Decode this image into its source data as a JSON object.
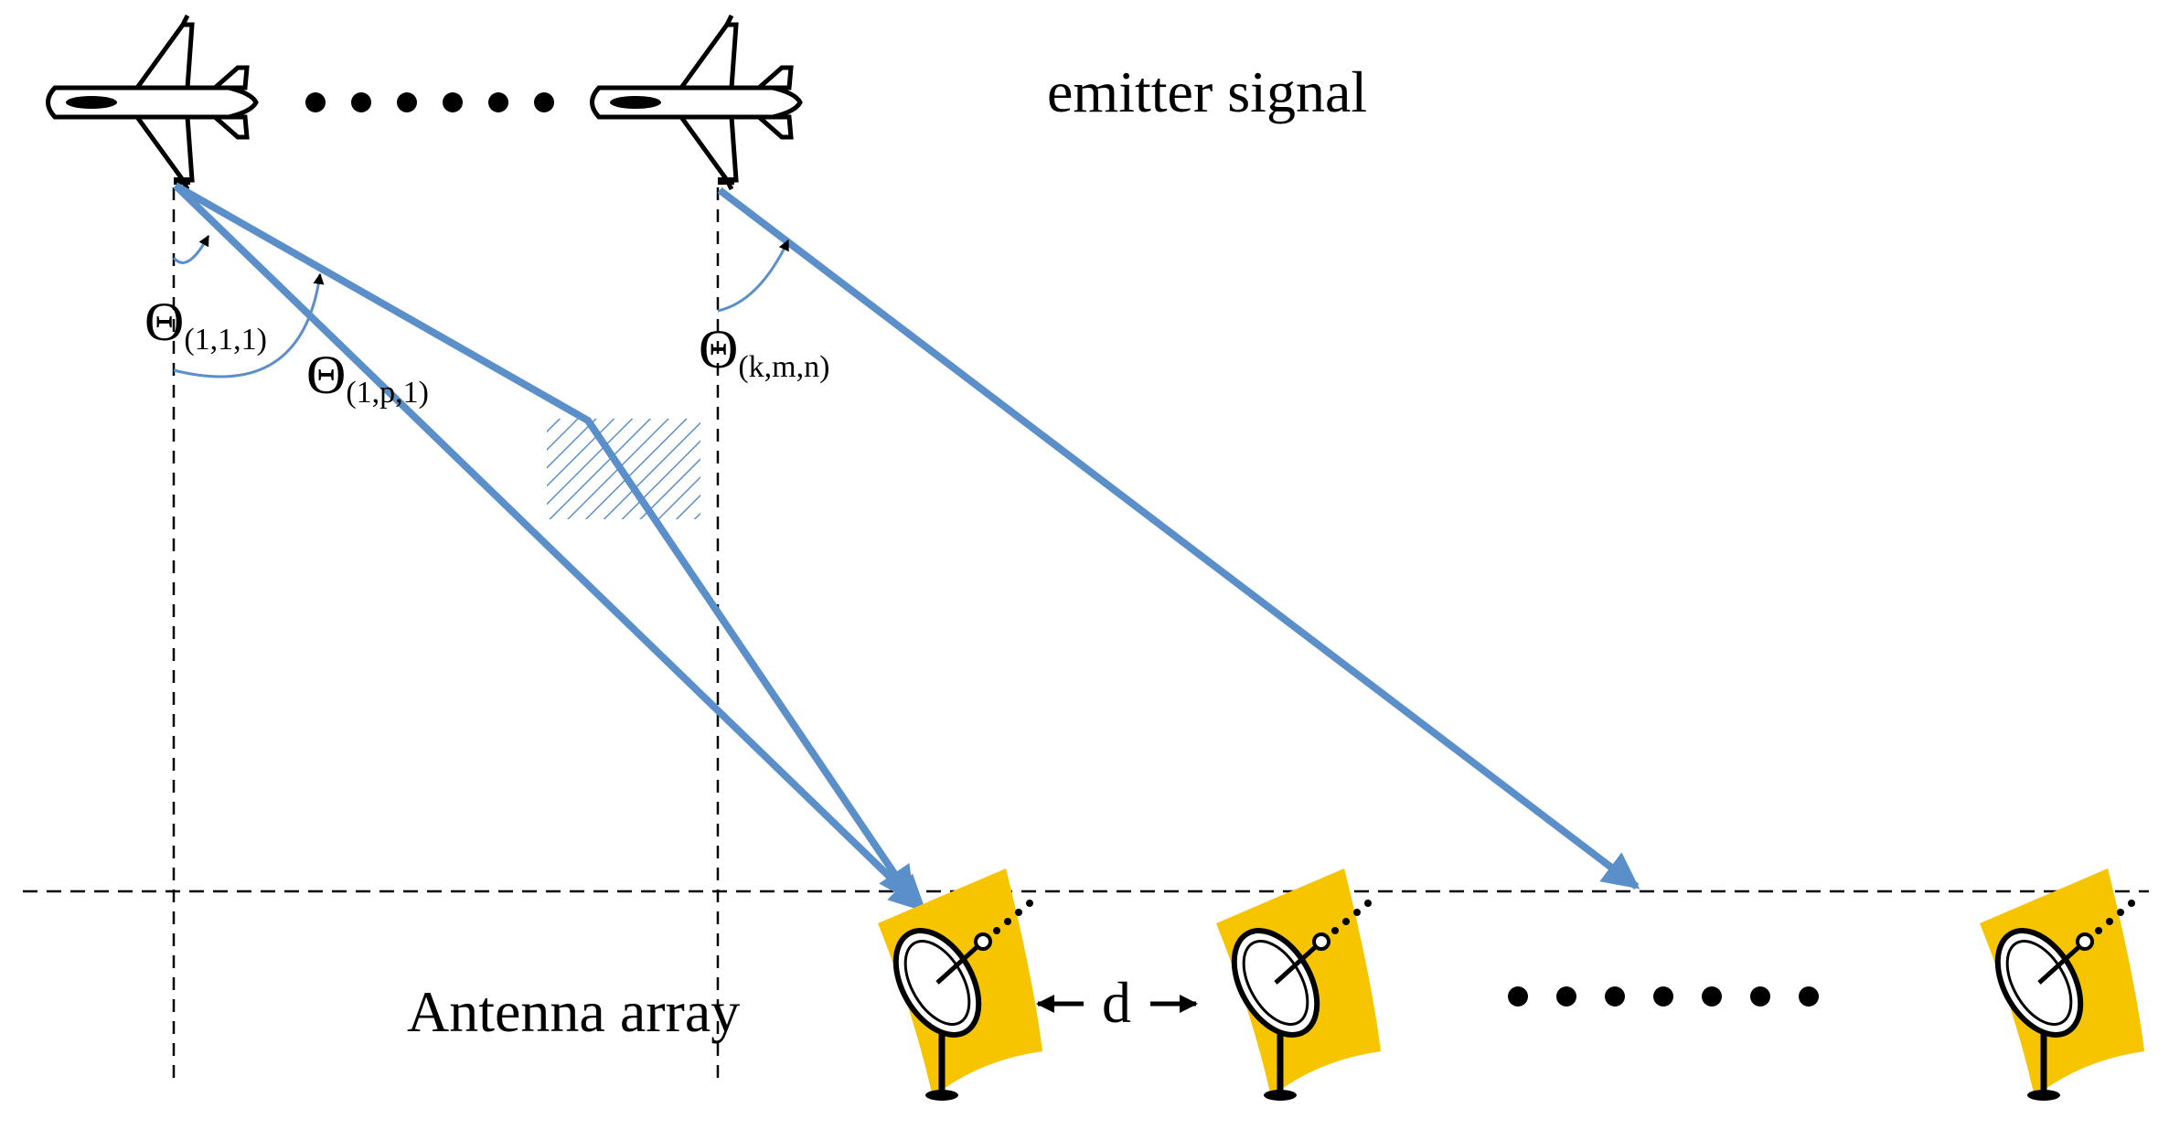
{
  "labels": {
    "emitter_signal": "emitter signal",
    "antenna_array": "Antenna array",
    "spacing": "d"
  },
  "angles": [
    {
      "symbol": "Θ",
      "subscript": "(1,1,1)"
    },
    {
      "symbol": "Θ",
      "subscript": "(1,p,1)"
    },
    {
      "symbol": "Θ",
      "subscript": "(k,m,n)"
    }
  ],
  "icons": {
    "emitter": "airplane-icon",
    "receiver": "satellite-dish-icon",
    "scatterer": "hatched-rectangle"
  },
  "colors": {
    "ray": "#5b8fc9",
    "dish_panel": "#f7c400",
    "dashed_line": "#000000"
  }
}
